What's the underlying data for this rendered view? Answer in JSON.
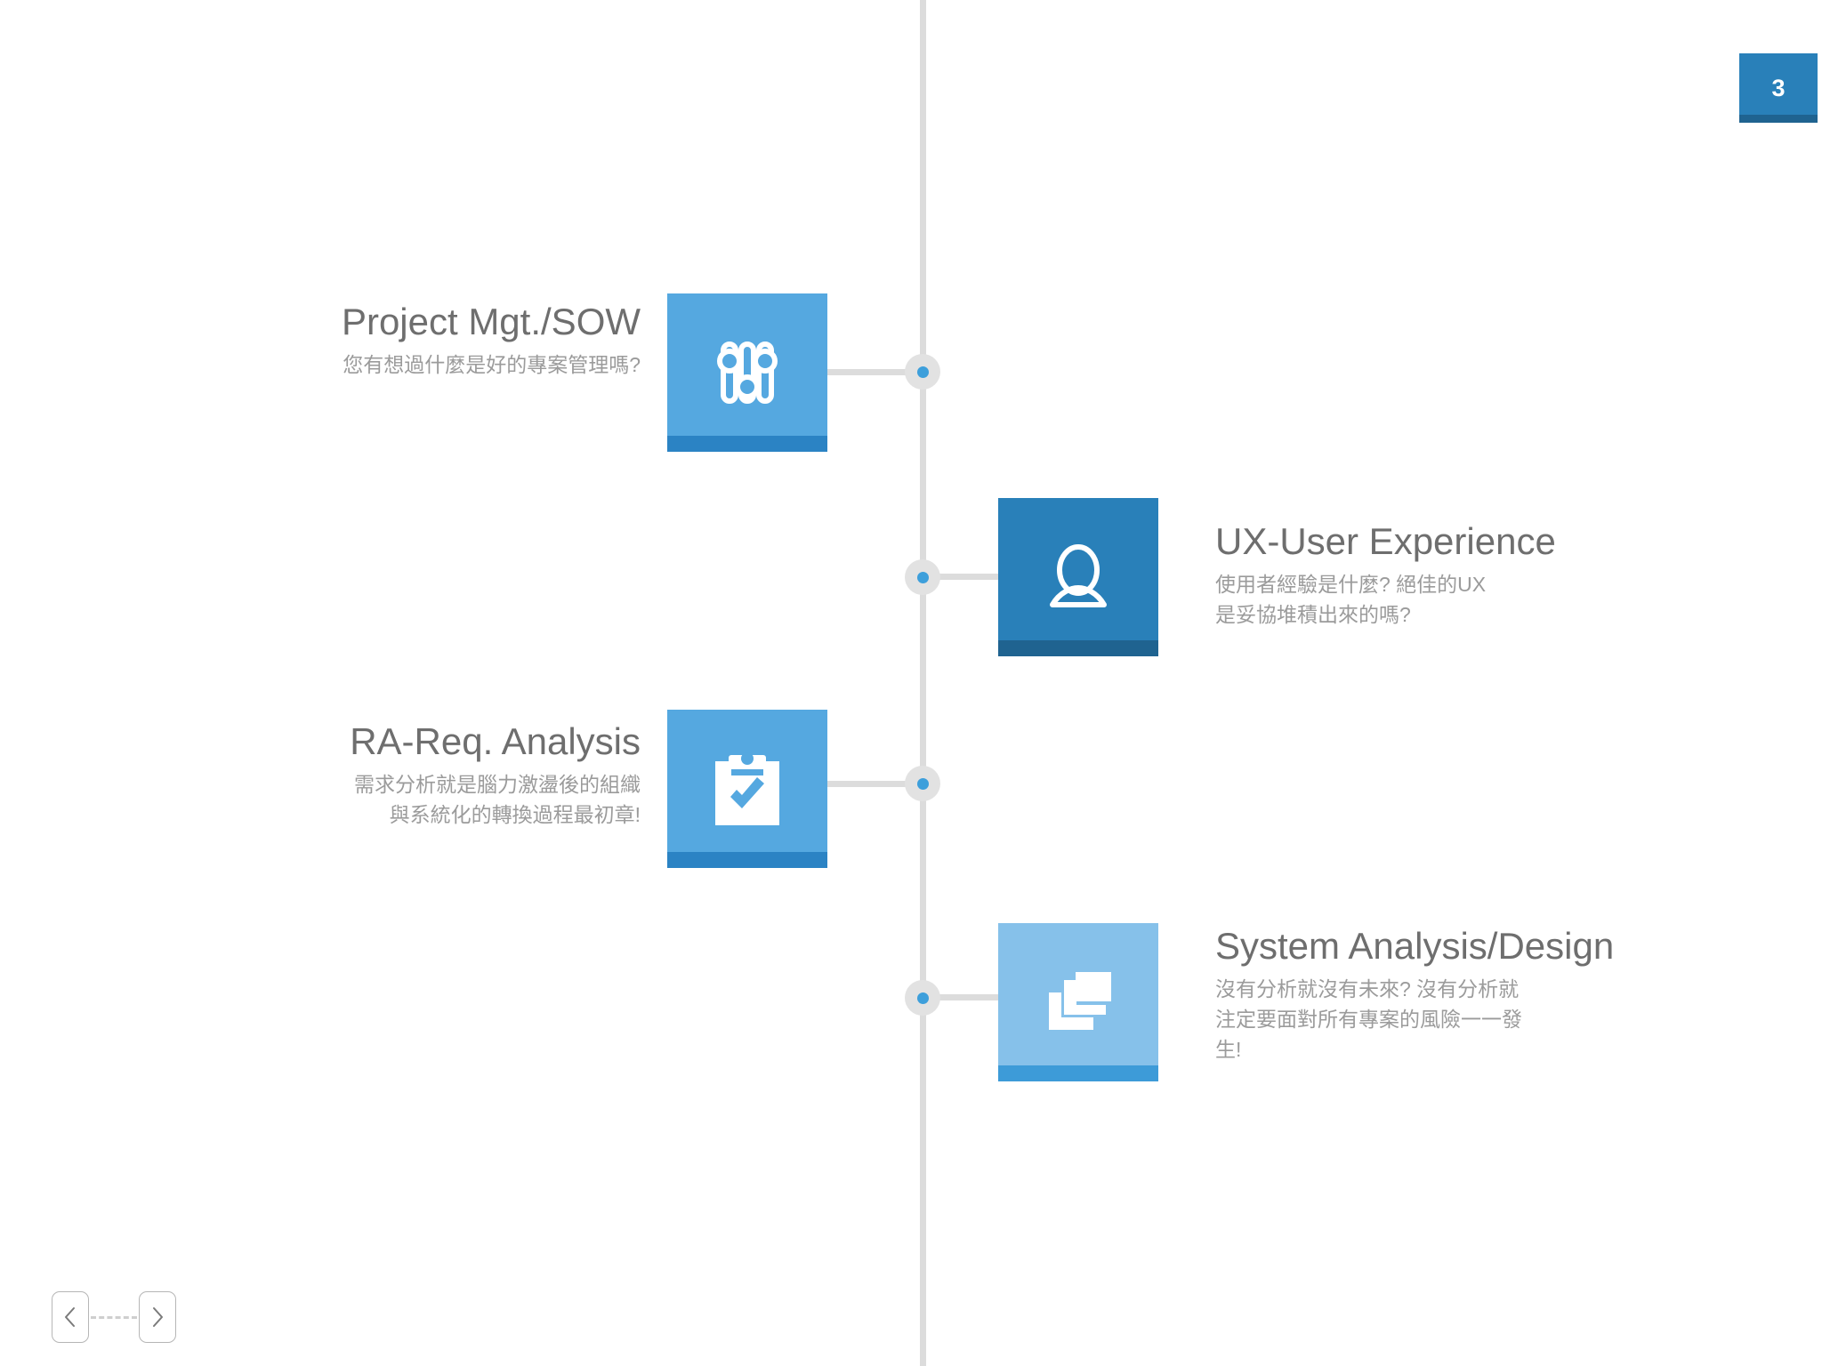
{
  "slide": {
    "page_number": "3",
    "background": "#ffffff",
    "accent_colors": {
      "tile_light": "#55a8e0",
      "tile_light_foot": "#2b83c4",
      "tile_dark": "#2980b9",
      "tile_dark_foot": "#1f6390",
      "tile_pale": "#86c1ea",
      "tile_pale_foot": "#3d9bd8",
      "timeline": "#dcdcdc",
      "node_dot": "#3d9fdb",
      "title_text": "#6e6e6e",
      "subtitle_text": "#9b9b9b"
    }
  },
  "items": [
    {
      "id": "project-mgt-sow",
      "side": "left",
      "title": "Project Mgt./SOW",
      "subtitle_lines": [
        "您有想過什麼是好的專案管理嗎?"
      ],
      "icon": "sliders-icon",
      "tile_color": "light"
    },
    {
      "id": "ux-user-experience",
      "side": "right",
      "title": "UX-User Experience",
      "subtitle_lines": [
        "使用者經驗是什麼? 絕佳的UX",
        "是妥協堆積出來的嗎?"
      ],
      "icon": "user-avatar-icon",
      "tile_color": "dark"
    },
    {
      "id": "ra-req-analysis",
      "side": "left",
      "title": "RA-Req. Analysis",
      "subtitle_lines": [
        "需求分析就是腦力激盪後的組織",
        "與系統化的轉換過程最初章!"
      ],
      "icon": "clipboard-check-icon",
      "tile_color": "light"
    },
    {
      "id": "system-analysis-design",
      "side": "right",
      "title": "System Analysis/Design",
      "subtitle_lines": [
        "沒有分析就沒有未來? 沒有分析就",
        "注定要面對所有專案的風險一一發",
        "生!"
      ],
      "icon": "stacked-windows-icon",
      "tile_color": "pale"
    }
  ],
  "nav": {
    "prev_label": "‹",
    "next_label": "›"
  }
}
